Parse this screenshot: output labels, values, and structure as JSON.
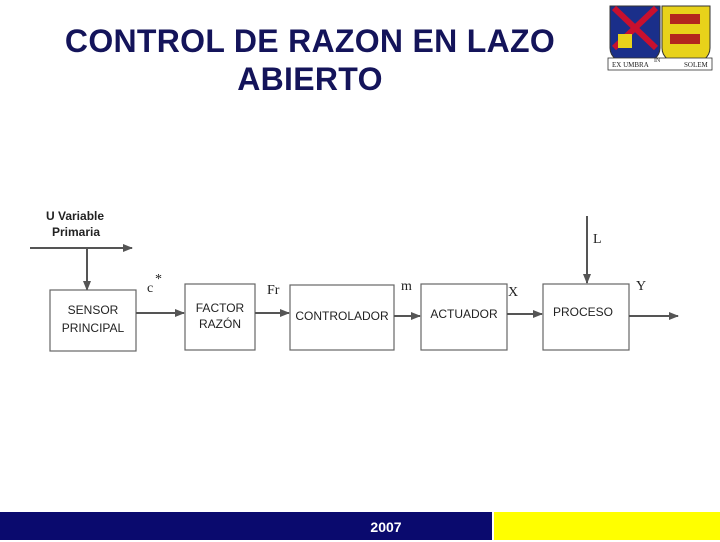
{
  "title": {
    "line1": "CONTROL DE RAZON EN LAZO",
    "line2": "ABIERTO"
  },
  "logo": {
    "motto_left": "EX UMBRA",
    "motto_center": "IN",
    "motto_right": "SOLEM"
  },
  "diagram": {
    "input_label_line1": "U Variable",
    "input_label_line2": "Primaria",
    "blocks": {
      "sensor_line1": "SENSOR",
      "sensor_line2": "PRINCIPAL",
      "factor_line1": "FACTOR",
      "factor_line2": "RAZÓN",
      "controlador": "CONTROLADOR",
      "actuador": "ACTUADOR",
      "proceso": "PROCESO"
    },
    "signals": {
      "c": "c",
      "c_star": "*",
      "fr": "Fr",
      "m": "m",
      "x": "X",
      "l": "L",
      "y": "Y"
    }
  },
  "footer": {
    "year": "2007"
  },
  "colors": {
    "title": "#14145a",
    "footer_left": "#0a0a6e",
    "footer_right": "#ffff00"
  }
}
